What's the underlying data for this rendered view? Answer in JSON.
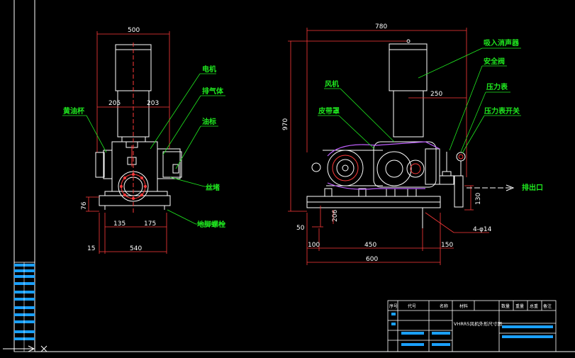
{
  "labels": {
    "motor": "电机",
    "exhaust_body": "排气体",
    "oil_gauge": "油标",
    "oil_cup": "黄油杯",
    "plug": "丝堵",
    "anchor_bolt": "地脚螺栓",
    "intake_silencer": "吸入消声器",
    "safety_valve": "安全阀",
    "blower": "风机",
    "pressure_gauge": "压力表",
    "belt_cover": "皮带罩",
    "gauge_switch": "压力表开关",
    "outlet": "排出口",
    "holes": "4-φ14"
  },
  "dimensions": {
    "left_width": "500",
    "left_half_a": "205",
    "left_half_b": "203",
    "base_a": "135",
    "base_b": "175",
    "foot_h": "76",
    "edge": "15",
    "base_w": "540",
    "right_width": "780",
    "height": "970",
    "offset": "250",
    "outlet_h": "130",
    "small_a": "50",
    "base_h": "206",
    "r_a": "100",
    "r_b": "450",
    "r_c": "150",
    "r_total": "600"
  },
  "title_block": {
    "h_seq": "序号",
    "h_code": "代号",
    "h_name": "名称",
    "h_material": "材料",
    "h_count": "数量",
    "h_weight": "重量",
    "h_total": "总重",
    "h_remark": "备注",
    "drawing_title": "VHRR5风机外形尺寸图"
  }
}
